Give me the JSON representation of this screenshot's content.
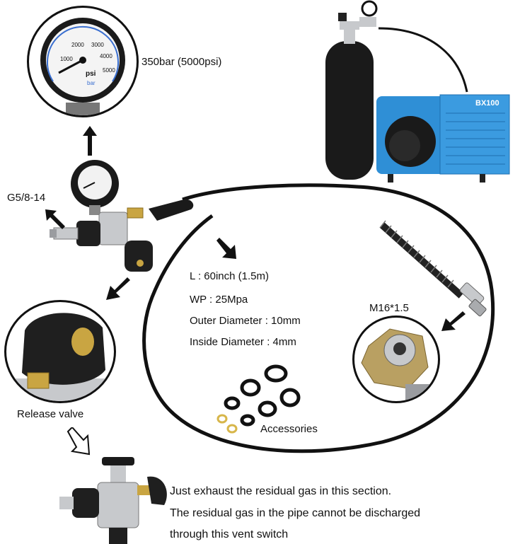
{
  "gauge_callout": {
    "label": "350bar (5000psi)",
    "scale": [
      "1000",
      "2000",
      "3000",
      "4000",
      "5000"
    ],
    "unit_psi": "psi",
    "unit_bar": "bar"
  },
  "thread_label": "G5/8-14",
  "compressor_brand": "BX100",
  "hose_specs": {
    "length": "L : 60inch (1.5m)",
    "pressure": "WP : 25Mpa",
    "outer": "Outer Diameter : 10mm",
    "inner": "Inside Diameter : 4mm"
  },
  "fitting_label": "M16*1.5",
  "release_label": "Release valve",
  "accessories_label": "Accessories",
  "notes": {
    "line1": "Just exhaust the residual gas in this section.",
    "line2": "The residual gas in the pipe cannot be discharged",
    "line3": "through this vent switch"
  },
  "colors": {
    "compressor_blue": "#2f8fd6",
    "tank_black": "#1a1a1a",
    "brass": "#c9a542",
    "steel": "#c7c9cc"
  }
}
